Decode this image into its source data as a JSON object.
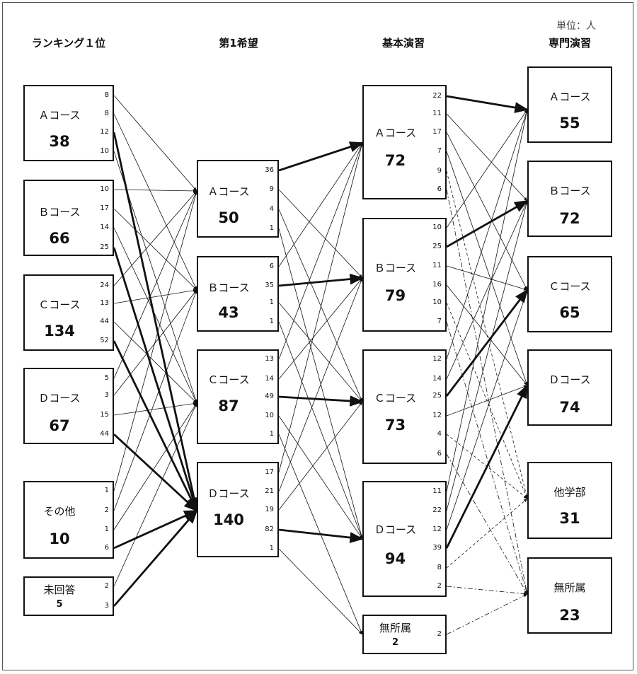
{
  "unit_label": "単位：人",
  "headers": {
    "col1": "ランキング１位",
    "col2": "第1希望",
    "col3": "基本演習",
    "col4": "専門演習"
  },
  "ranking": [
    {
      "name": "Ａコース",
      "total": "38",
      "flows": [
        "8",
        "8",
        "12",
        "10"
      ]
    },
    {
      "name": "Ｂコース",
      "total": "66",
      "flows": [
        "10",
        "17",
        "14",
        "25"
      ]
    },
    {
      "name": "Ｃコース",
      "total": "134",
      "flows": [
        "24",
        "13",
        "44",
        "52"
      ]
    },
    {
      "name": "Ｄコース",
      "total": "67",
      "flows": [
        "5",
        "3",
        "15",
        "44"
      ]
    },
    {
      "name": "その他",
      "total": "10",
      "flows": [
        "1",
        "2",
        "1",
        "6"
      ]
    },
    {
      "name": "未回答",
      "total": "5",
      "flows": [
        "2",
        "3"
      ]
    }
  ],
  "first_choice": [
    {
      "name": "Ａコース",
      "total": "50",
      "flows": [
        "36",
        "9",
        "4",
        "1"
      ]
    },
    {
      "name": "Ｂコース",
      "total": "43",
      "flows": [
        "6",
        "35",
        "1",
        "1"
      ]
    },
    {
      "name": "Ｃコース",
      "total": "87",
      "flows": [
        "13",
        "14",
        "49",
        "10",
        "1"
      ]
    },
    {
      "name": "Ｄコース",
      "total": "140",
      "flows": [
        "17",
        "21",
        "19",
        "82",
        "1"
      ]
    }
  ],
  "basic": [
    {
      "name": "Ａコース",
      "total": "72",
      "flows": [
        "22",
        "11",
        "17",
        "7",
        "9",
        "6"
      ]
    },
    {
      "name": "Ｂコース",
      "total": "79",
      "flows": [
        "10",
        "25",
        "11",
        "16",
        "10",
        "7"
      ]
    },
    {
      "name": "Ｃコース",
      "total": "73",
      "flows": [
        "12",
        "14",
        "25",
        "12",
        "4",
        "6"
      ]
    },
    {
      "name": "Ｄコース",
      "total": "94",
      "flows": [
        "11",
        "22",
        "12",
        "39",
        "8",
        "2"
      ]
    },
    {
      "name": "無所属",
      "total": "2",
      "flows": [
        "2"
      ]
    }
  ],
  "specialized": [
    {
      "name": "Ａコース",
      "total": "55"
    },
    {
      "name": "Ｂコース",
      "total": "72"
    },
    {
      "name": "Ｃコース",
      "total": "65"
    },
    {
      "name": "Ｄコース",
      "total": "74"
    },
    {
      "name": "他学部",
      "total": "31"
    },
    {
      "name": "無所属",
      "total": "23"
    }
  ]
}
